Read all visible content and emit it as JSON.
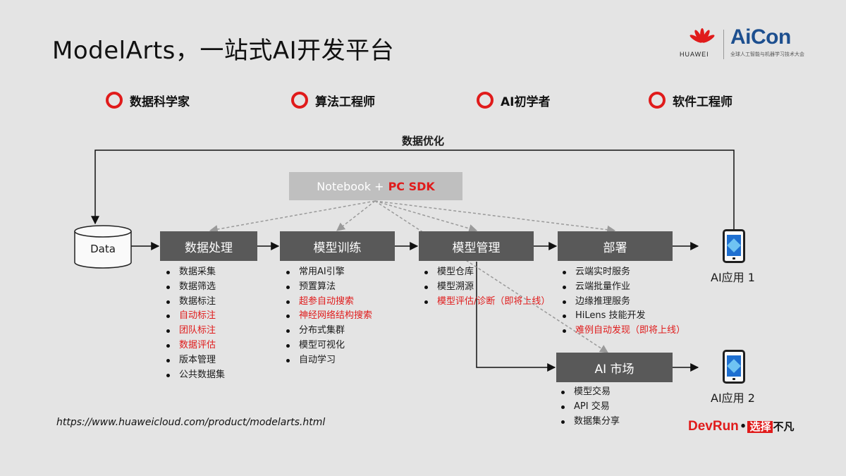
{
  "title": "ModelArts，一站式AI开发平台",
  "logos": {
    "huawei": "HUAWEI",
    "aicon": "AiCon",
    "aicon_sub": "全球人工智能与机器学习技术大会"
  },
  "roles": [
    "数据科学家",
    "算法工程师",
    "AI初学者",
    "软件工程师"
  ],
  "optimization_label": "数据优化",
  "notebook": {
    "label": "Notebook +",
    "sdk": "PC SDK"
  },
  "data_node": "Data",
  "stages": [
    "数据处理",
    "模型训练",
    "模型管理",
    "部署"
  ],
  "market": "AI 市场",
  "lists": {
    "data_processing": [
      {
        "text": "数据采集",
        "red": false
      },
      {
        "text": "数据筛选",
        "red": false
      },
      {
        "text": "数据标注",
        "red": false
      },
      {
        "text": "自动标注",
        "red": true
      },
      {
        "text": "团队标注",
        "red": true
      },
      {
        "text": "数据评估",
        "red": true
      },
      {
        "text": "版本管理",
        "red": false
      },
      {
        "text": "公共数据集",
        "red": false
      }
    ],
    "training": [
      {
        "text": "常用AI引擎",
        "red": false
      },
      {
        "text": "预置算法",
        "red": false
      },
      {
        "text": "超参自动搜索",
        "red": true
      },
      {
        "text": "神经网络结构搜索",
        "red": true
      },
      {
        "text": "分布式集群",
        "red": false
      },
      {
        "text": "模型可视化",
        "red": false
      },
      {
        "text": "自动学习",
        "red": false
      }
    ],
    "management": [
      {
        "text": "模型仓库",
        "red": false
      },
      {
        "text": "模型溯源",
        "red": false
      },
      {
        "text": "模型评估/诊断（即将上线）",
        "red": true
      }
    ],
    "deploy": [
      {
        "text": "云端实时服务",
        "red": false
      },
      {
        "text": "云端批量作业",
        "red": false
      },
      {
        "text": "边缘推理服务",
        "red": false
      },
      {
        "text": "HiLens 技能开发",
        "red": false
      },
      {
        "text": "难例自动发现（即将上线）",
        "red": true
      }
    ],
    "market": [
      {
        "text": "模型交易",
        "red": false
      },
      {
        "text": "API 交易",
        "red": false
      },
      {
        "text": "数据集分享",
        "red": false
      }
    ]
  },
  "apps": [
    "AI应用 1",
    "AI应用 2"
  ],
  "url": "https://www.huaweicloud.com/product/modelarts.html",
  "footer": {
    "devrun": "DevRun",
    "dot": "•",
    "cn1": "选择",
    "cn2": "不凡"
  },
  "colors": {
    "accent_red": "#e01b1b",
    "stage_box": "#595959",
    "notebook_box": "#bfbfbf",
    "aicon_blue": "#1d4f8f",
    "app_icon": "#1e6fd0"
  }
}
